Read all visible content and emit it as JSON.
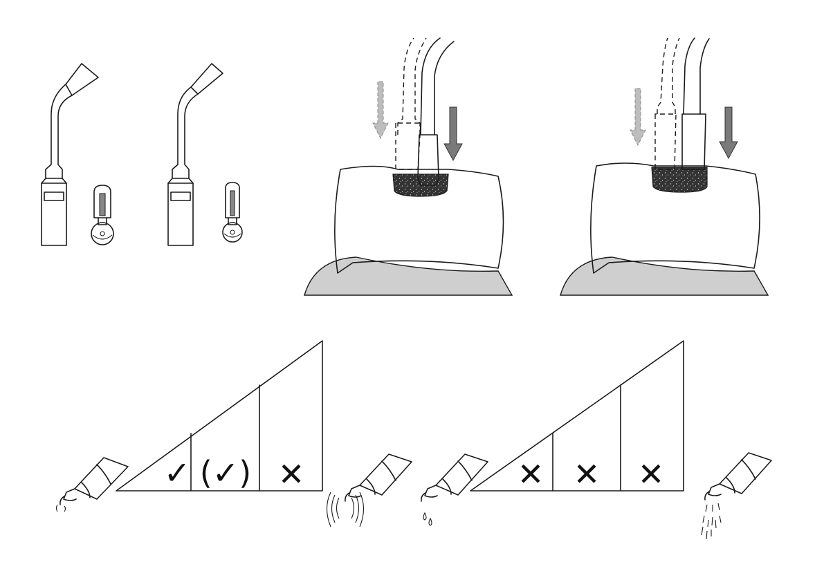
{
  "figure": {
    "marks": {
      "check": "✓",
      "check_parenthesized": "(✓)",
      "cross": "✕"
    },
    "left_triangle": {
      "cells": [
        "check",
        "check_parenthesized",
        "cross"
      ]
    },
    "right_triangle": {
      "cells": [
        "cross",
        "cross",
        "cross"
      ]
    },
    "colors": {
      "line": "#1a1a1a",
      "gum": "#cfcfcf",
      "filling": "#3a3a3a",
      "arrow_solid": "#7a7a7a",
      "arrow_dashed": "#bdbdbd"
    }
  }
}
